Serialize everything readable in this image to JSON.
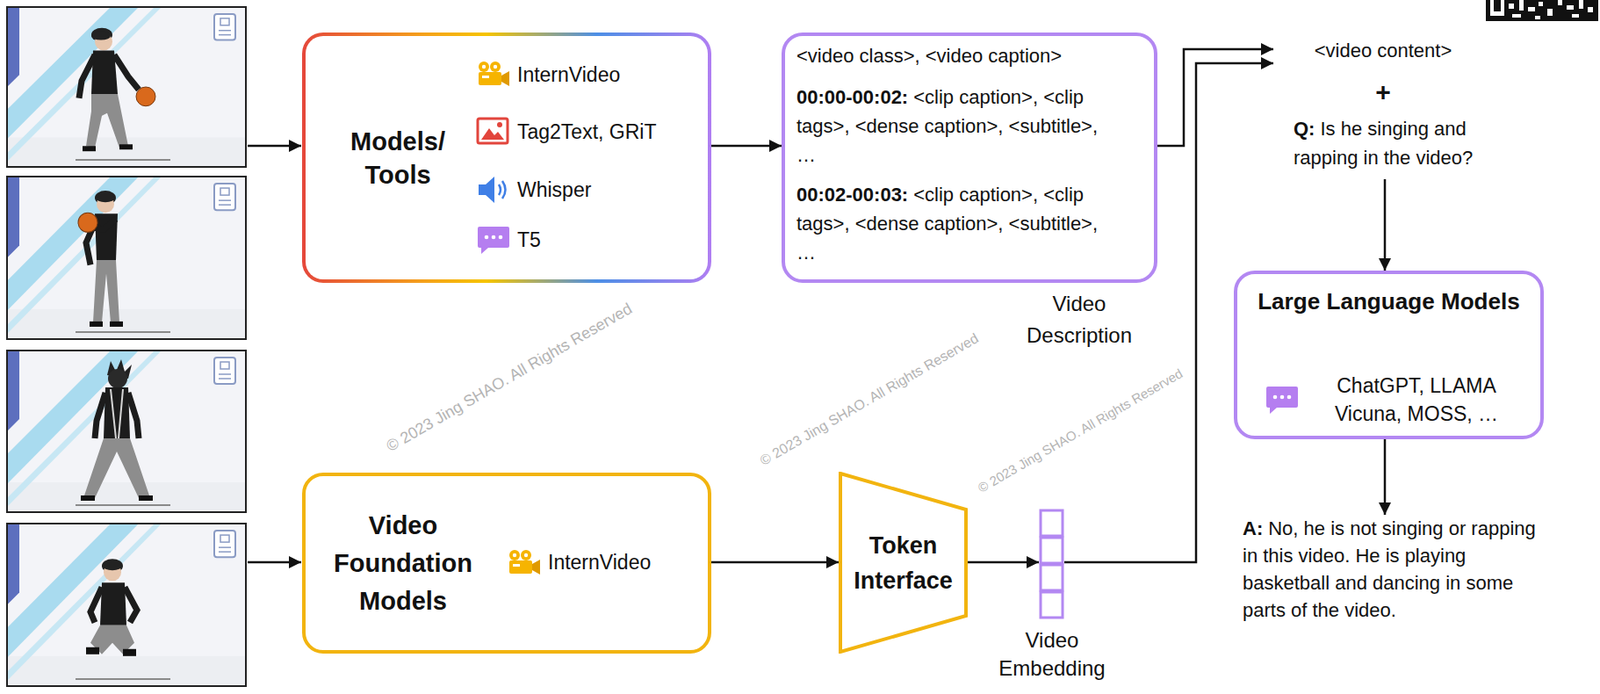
{
  "diagram": {
    "nodes": [
      {
        "text": [
          "Models/ Tools",
          "InternVideo",
          "Tag2Text, GRiT",
          "Whisper",
          "T5"
        ]
      },
      {
        "text": [
          "<video class>, <video caption>",
          "00:00-00:02:",
          "<clip caption>, <clip tags>, <dense caption>, <subtitle>, …",
          "00:02-00:03:",
          "<clip caption>, <clip tags>, <dense caption>, <subtitle>, …",
          "Video Description"
        ]
      },
      {
        "text": [
          "Video Foundation Models",
          "InternVideo"
        ]
      },
      {
        "text": [
          "Token Interface"
        ]
      },
      {
        "text": [
          "Video Embedding"
        ]
      },
      {
        "text": [
          "<video content>",
          "+",
          "Q:",
          "Is he singing and rapping in the video?"
        ]
      },
      {
        "text": [
          "Large Language Models",
          "ChatGPT, LLAMA Vicuna, MOSS, …"
        ]
      },
      {
        "text": [
          "A:",
          "No, he is not singing or rapping in this video. He is playing basketball and dancing in some parts of the video."
        ]
      }
    ],
    "edges": [
      {
        "from": 0,
        "to": 1,
        "arrow": "to"
      },
      {
        "from": 1,
        "to": 5,
        "arrow": "to"
      },
      {
        "from": 2,
        "to": 3,
        "arrow": "to"
      },
      {
        "from": 3,
        "to": 4,
        "arrow": "to"
      },
      {
        "from": 4,
        "to": 5,
        "arrow": "to"
      },
      {
        "from": 5,
        "to": 6,
        "arrow": "to"
      },
      {
        "from": 6,
        "to": 7,
        "arrow": "to"
      }
    ],
    "labels": [
      "© 2023 Jing SHAO. All Rights Reserved",
      "© 2023 Jing SHAO. All Rights Reserved",
      "© 2023 Jing SHAO. All Rights Reserved"
    ]
  }
}
